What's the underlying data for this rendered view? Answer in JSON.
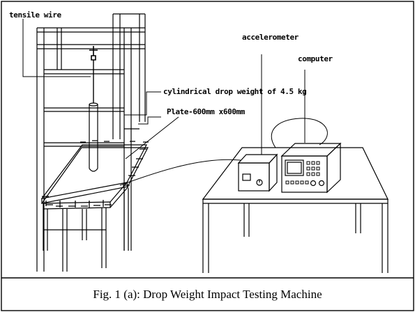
{
  "labels": {
    "tensile_wire": "tensile wire",
    "drop_weight": "cylindrical drop weight of 4.5 kg",
    "plate": "Plate-600mm x600mm",
    "accelerometer": "accelerometer",
    "computer": "computer"
  },
  "caption": "Fig. 1 (a):  Drop Weight Impact Testing Machine"
}
